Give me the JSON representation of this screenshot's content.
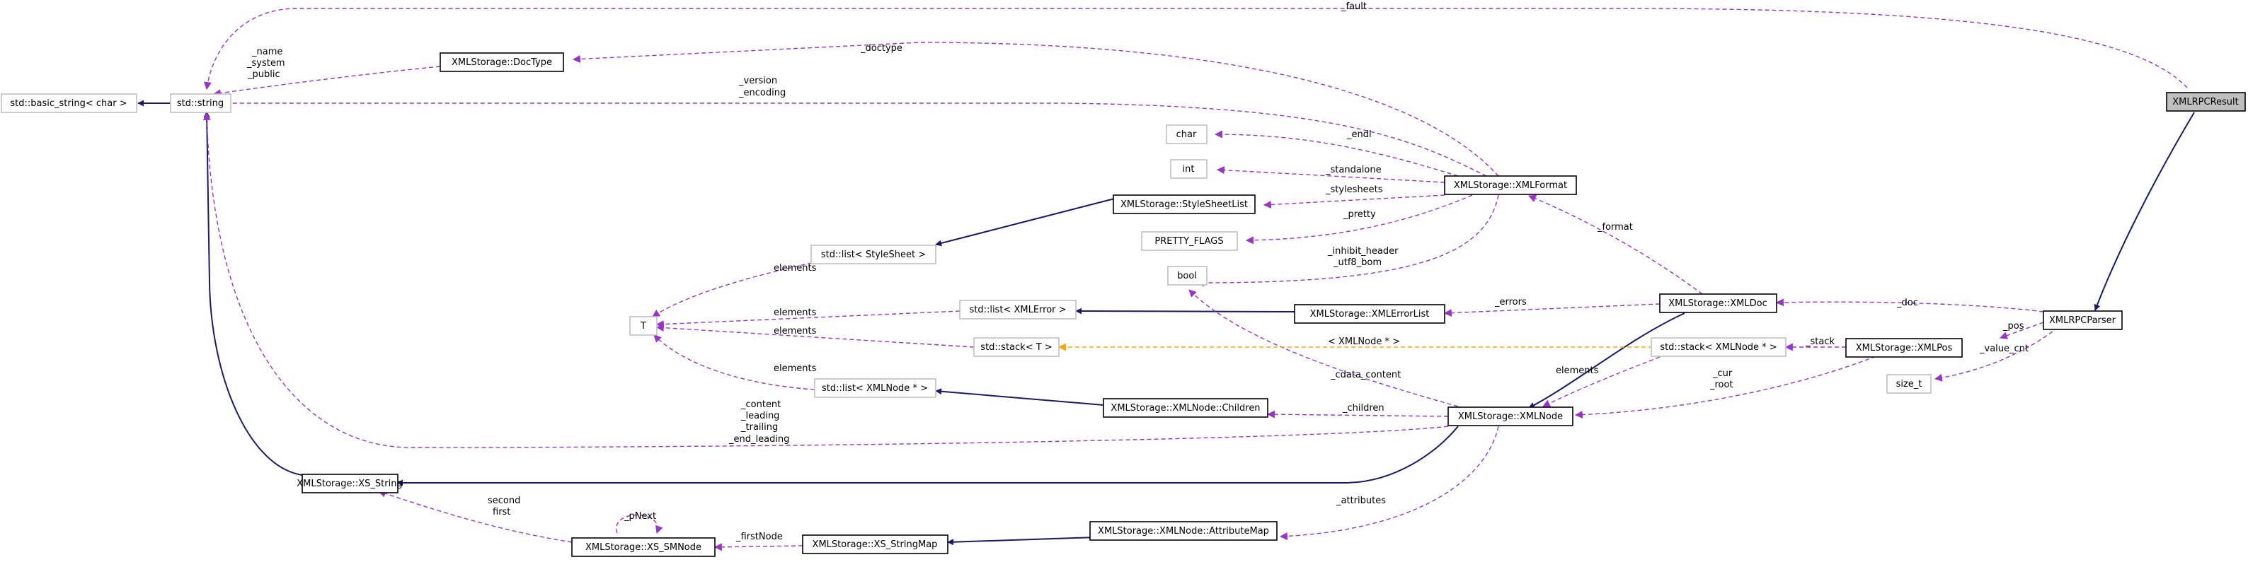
{
  "nodes": {
    "basic_string": "std::basic_string< char >",
    "string": "std::string",
    "doctype": "XMLStorage::DocType",
    "xmlrpcresult": "XMLRPCResult",
    "char": "char",
    "int": "int",
    "stylesheetlist": "XMLStorage::StyleSheetList",
    "pretty_flags": "PRETTY_FLAGS",
    "list_stylesheet": "std::list< StyleSheet >",
    "bool": "bool",
    "xmlformat": "XMLStorage::XMLFormat",
    "t": "T",
    "list_xmlerror": "std::list< XMLError >",
    "xmlerrorlist": "XMLStorage::XMLErrorList",
    "xmldoc": "XMLStorage::XMLDoc",
    "xmlrpcparser": "XMLRPCParser",
    "stack_t": "std::stack< T >",
    "stack_xmlnode": "std::stack< XMLNode * >",
    "xmlpos": "XMLStorage::XMLPos",
    "size_t": "size_t",
    "list_xmlnode": "std::list< XMLNode * >",
    "children": "XMLStorage::XMLNode::Children",
    "xmlnode": "XMLStorage::XMLNode",
    "xs_string": "XMLStorage::XS_String",
    "xs_smnode": "XMLStorage::XS_SMNode",
    "xs_stringmap": "XMLStorage::XS_StringMap",
    "attributemap": "XMLStorage::XMLNode::AttributeMap"
  },
  "edge_labels": {
    "fault": "_fault",
    "name_system_public": [
      "_name",
      "_system",
      "_public"
    ],
    "doctype": "_doctype",
    "version_encoding": [
      "_version",
      "_encoding"
    ],
    "endl": "_endl",
    "standalone": "_standalone",
    "stylesheets": "_stylesheets",
    "pretty": "_pretty",
    "inhibit_header": [
      "_inhibit_header",
      "_utf8_bom"
    ],
    "format": "_format",
    "elements_1": "elements",
    "elements_2": "elements",
    "elements_3": "elements",
    "elements_4": "elements",
    "elements_5": "elements",
    "errors": "_errors",
    "doc": "_doc",
    "pos": "_pos",
    "value_cnt": "_value_cnt",
    "xmlnode_ptr": "< XMLNode * >",
    "stack": "_stack",
    "cur_root": [
      "_cur",
      "_root"
    ],
    "cdata_content": "_cdata_content",
    "children": "_children",
    "content_group": [
      "_content",
      "_leading",
      "_trailing",
      "_end_leading"
    ],
    "attributes": "_attributes",
    "second_first": [
      "second",
      "first"
    ],
    "pnext": "_pNext",
    "firstnode": "_firstNode"
  },
  "colors": {
    "inheritance": "#191970",
    "usage": "#9a32cd",
    "template": "#ffa500",
    "focus_fill": "#bfbfbf",
    "undocumented_border": "#bfbfbf"
  }
}
